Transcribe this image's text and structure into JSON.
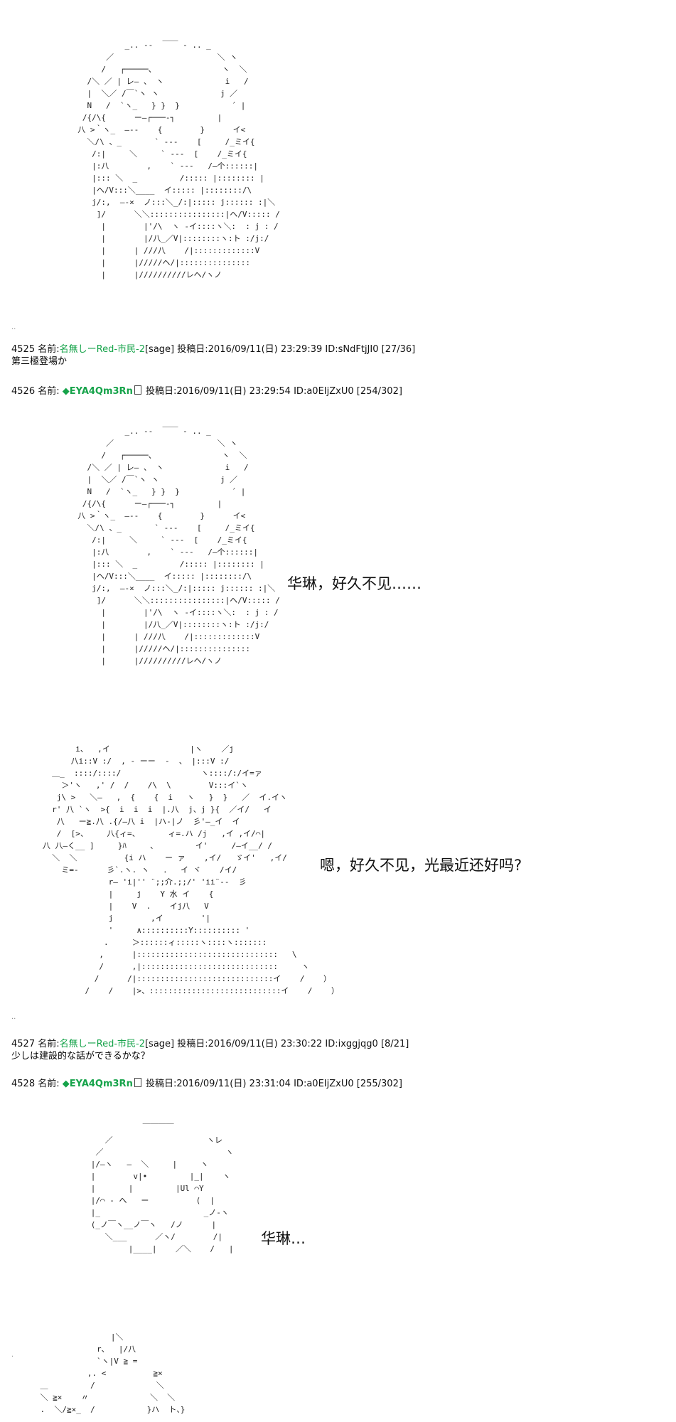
{
  "art": {
    "face1": "            _.. -‐  ￣￣ ‐ .. _\n        ／                      ＼ ヽ\n       /   ┌─────、              ヽ  ＼\n    /＼ ／ | レ― 、 ヽ             i   /\n    |  ＼／ /￣`ヽ ヽ             j ／\n    N   /  `ヽ_   } }  }           ´ |\n   /{/\\{      ー―┌───‐┐         |\n  八 >｀ヽ_  ―--    {        }      イ<\n    ＼/\\ 、_       ` ‐--    [     /_ミイ{\n     /:|     ＼     ` ‐--  [    /_ミイ{\n     |:八        ,    ` ‐--   /―个::::::|\n     |::: ＼  _         /::::: |:::::::: |\n     |ヘ/V:::＼____  イ::::: |::::::::/\\\n     j/:,  ―-×  ノ:::＼_/:|::::: j:::::: :|＼\n      ]/      ＼＼::::::::::::::::|ヘ/V::::: /\n       |        |'/\\  ヽ ‐イ::::ヽ＼:  : j : /\n       |        |/八_／V|::::::::ヽ:ト :/j:/\n       |      | ///八    /|:::::::::::::V\n       |      |/////ヘ/|:::::::::::::::\n       |      |//////////レヘ/ヽノ",
    "kakyou": "          i、  ,イ                 |ヽ    ／j\n         八i::V :/  , ‐ ーー  -  、 |:::V :/\n     ＿_  ::::/::::/                 ヽ::::/:/イ=ァ\n       ＞'ヽ   ,' /  /    /\\  \\        V:::イ`ヽ\n      j\\ >   ＼―   ,  {    {  i   ヽ   }  }   ／  イ.イヽ\n     r' 八 `ヽ  >{  i  i  i  |.八  j、j }{  ／イ/   イ\n      八   ー≧.八 .{/―八 i  |ハ‐|ノ  彡'―_イ  イ\n      /  [>、    八{ィ=、      ィ=.ハ /j   ,イ ,イ/⌒|\n   八 八―く__ ]     }ﾊ     、        イ'     /―イ__/ /\n     ＼  ＼          {i ハ    ー ァ    ,イ/   ゞイ'   ,イ/\n       ミ=-      彡`.ヽ. ヽ   ．  イ ヾ    /イ/\n                 r― 'i|'' ¨;;介.;;/' 'ii¨-‐  彡\n                 |     j    Y 水 イ    {\n                 |    V  .    イj八   V\n                 j        ,イ        '|\n                 '     ∧::::::::::Y:::::::::: '\n                .     ＞::::::ィ:::::ヽ::::ヽ:::::::\n               ,      |::::::::::::::::::::::::::::::   \\\n               /      ,|:::::::::::::::::::::::::::::     ヽ\n              /      /|:::::::::::::::::::::::::::::イ    /    ）\n            /    /    |>、::::::::::::::::::::::::::::イ    /    ）",
    "face3": "                 ￣￣￣￣\n         ／                    ヽレ\n       ／                          ヽ\n      |/―ヽ   ―  ＼     |     ヽ\n      |        v|•         |_|    ヽ\n      |       |         |Ul ⌒Y\n      |/⌒ ‐ へ   ー          (  |\n      |_                      _ノ-ヽ\n      (_ノ￣ヽ__ノ￣ヽ   /ノ      |\n         ＼___      ／ヽ/        /|\n              |____|    ／＼    /   |",
    "partial": "                   |＼\n                r、  |/八\n                `ヽ|V ≧ =\n              ,. <          ≧×\n    ＿         /             ＼\n    ＼ ≧×    〃             ＼  ＼\n    .  ＼/≧×_  /           }ハ  ト、}"
  },
  "posts": [
    {
      "number": "4525",
      "name_label": "名前:",
      "name": "名無しーRed-市民-2",
      "mail": "[sage]",
      "date_label": "投稿日:",
      "date": "2016/09/11(日) 23:29:39",
      "id_label": "ID:",
      "id": "sNdFtjJI0",
      "count": "[27/36]",
      "body": "第三極登場か"
    },
    {
      "number": "4526",
      "name_label": "名前:",
      "name": "◆EYA4Qm3Rn",
      "date_label": "投稿日:",
      "date": "2016/09/11(日) 23:29:54",
      "id_label": "ID:",
      "id": "a0EIjZxU0",
      "count": "[254/302]"
    },
    {
      "number": "4527",
      "name_label": "名前:",
      "name": "名無しーRed-市民-2",
      "mail": "[sage]",
      "date_label": "投稿日:",
      "date": "2016/09/11(日) 23:30:22",
      "id_label": "ID:",
      "id": "ixggjqg0",
      "count": "[8/21]",
      "body": "少しは建設的な話ができるかな？"
    },
    {
      "number": "4528",
      "name_label": "名前:",
      "name": "◆EYA4Qm3Rn",
      "date_label": "投稿日:",
      "date": "2016/09/11(日) 23:31:04",
      "id_label": "ID:",
      "id": "a0EIjZxU0",
      "count": "[255/302]"
    }
  ],
  "speech": {
    "line1": "华琳，好久不见……",
    "line2": "嗯，好久不见，光最近还好吗?",
    "line3": "华琳…"
  },
  "dots": {
    "d1": "..",
    "d2": "..",
    "d3": "."
  },
  "colors": {
    "name_green": "#16a34a",
    "text": "#111111"
  }
}
